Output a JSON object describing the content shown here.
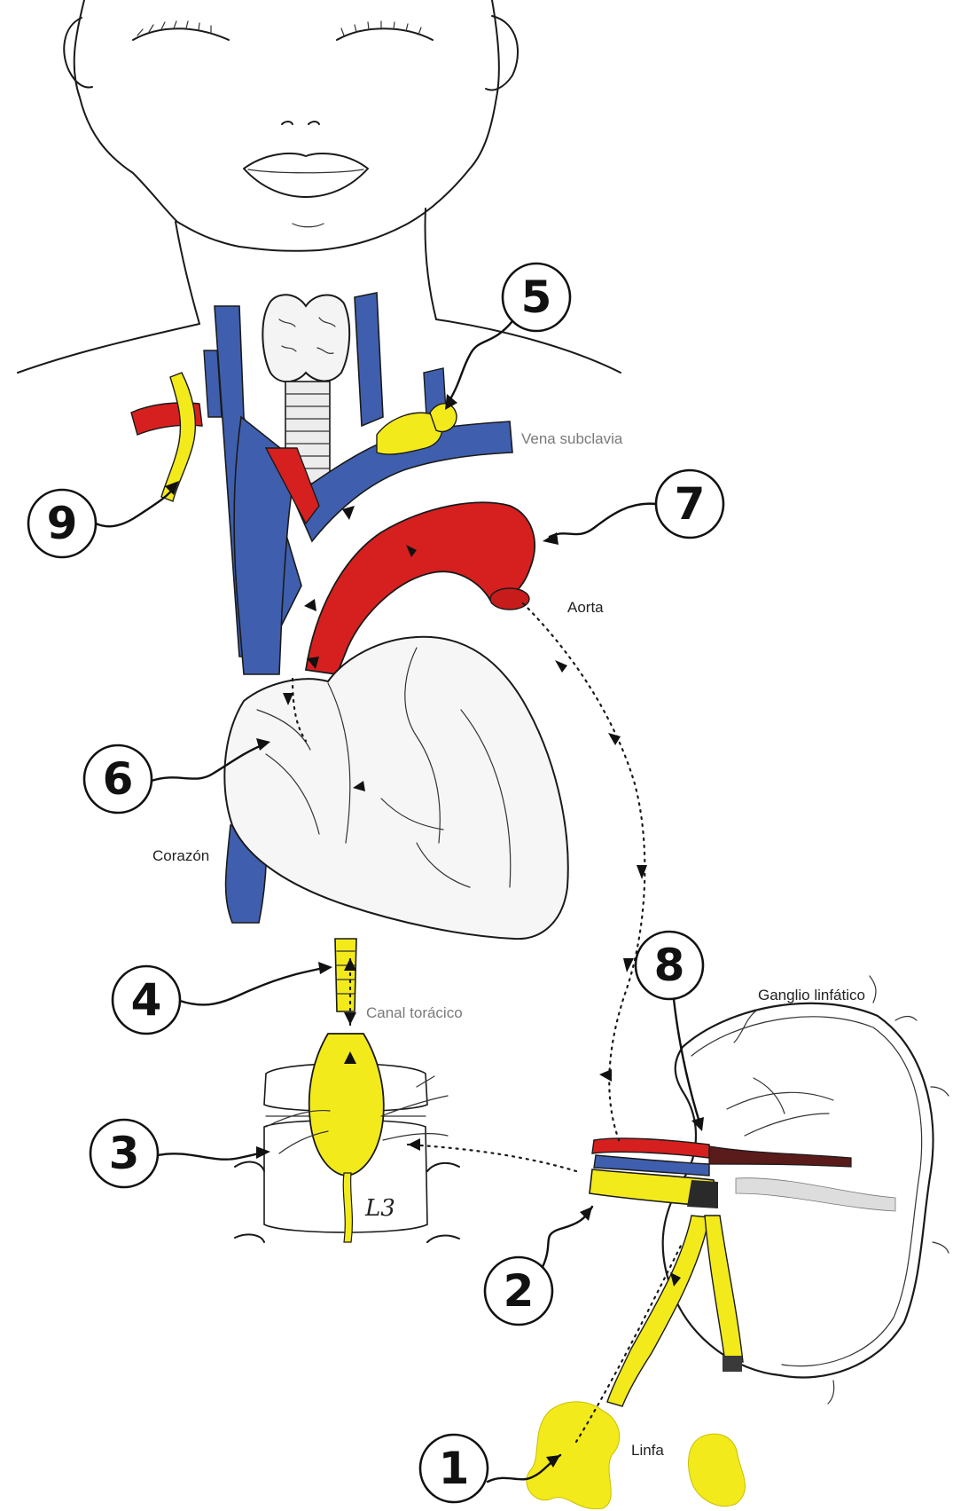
{
  "labels": {
    "subclavian": "Vena subclavia",
    "aorta": "Aorta",
    "heart": "Corazón",
    "thoracic_duct": "Canal torácico",
    "lymph_node": "Ganglio linfático",
    "lymph": "Linfa",
    "vertebra": "L3"
  },
  "numbers": {
    "n1": "1",
    "n2": "2",
    "n3": "3",
    "n4": "4",
    "n5": "5",
    "n6": "6",
    "n7": "7",
    "n8": "8",
    "n9": "9"
  },
  "colors": {
    "vein": "#3f5fae",
    "artery": "#d6201f",
    "lymph": "#f3ea1c",
    "outline": "#1a1a1a"
  }
}
